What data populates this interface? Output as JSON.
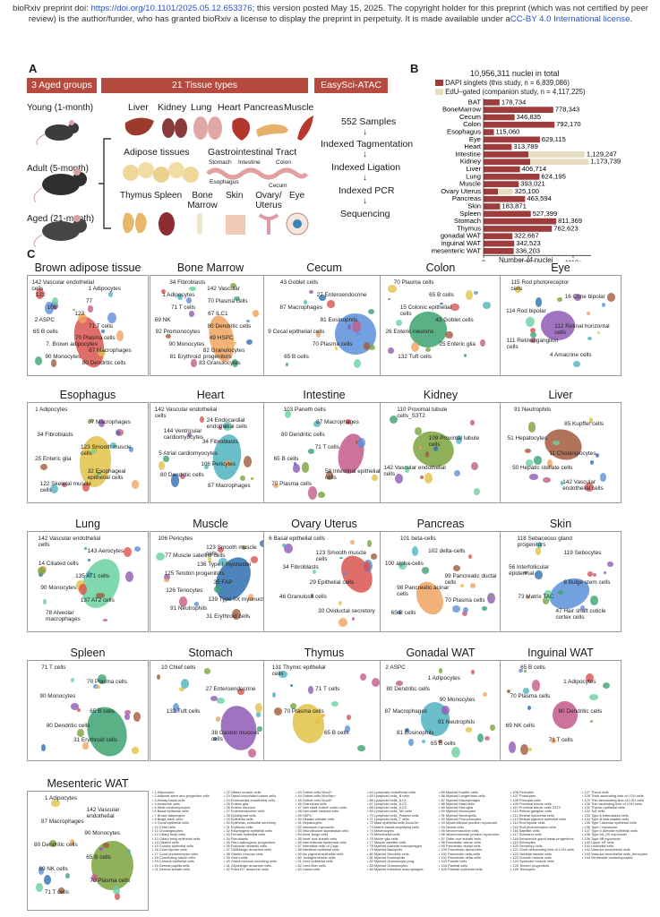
{
  "header": {
    "prefix": "bioRxiv preprint doi: ",
    "doi": "https://doi.org/10.1101/2025.05.12.653376",
    "middle": "; this version posted May 15, 2025. The copyright holder for this preprint (which was not certified by peer review) is the author/funder, who has granted bioRxiv a license to display the preprint in perpetuity. It is made available under a",
    "license": "CC-BY 4.0 International license",
    "suffix": "."
  },
  "panel_a": {
    "letter": "A",
    "groups_banner": "3 Aged groups",
    "tissues_banner": "21 Tissue types",
    "method_banner": "EasySci-ATAC",
    "ages": [
      "Young (1-month)",
      "Adult (5-month)",
      "Aged (21-month)"
    ],
    "tissues_row1": [
      "Liver",
      "Kidney",
      "Lung",
      "Heart",
      "Pancreas",
      "Muscle"
    ],
    "adipose": "Adipose tissues",
    "gi": "Gastrointestinal Tract",
    "gi_parts": [
      "Stomach",
      "Intestine",
      "Colon",
      "Esophagus",
      "Cecum"
    ],
    "tissues_row3": [
      "Thymus",
      "Spleen",
      "Bone Marrow",
      "Skin",
      "Ovary/ Uterus",
      "Eye"
    ],
    "steps": [
      "552 Samples",
      "Indexed Tagmentation",
      "Indexed Ligation",
      "Indexed PCR",
      "Sequencing"
    ]
  },
  "chart_data": {
    "type": "bar",
    "title": "10,956,311 nuclei in total",
    "series": [
      {
        "name": "DAPI singlets (this study, n = 6,839,086)",
        "color": "#9e3b3b"
      },
      {
        "name": "EdU–gated (companion study, n = 4,117,225)",
        "color": "#e8dcc0"
      }
    ],
    "categories": [
      "BAT",
      "BoneMarrow",
      "Cecum",
      "Colon",
      "Esophagus",
      "Eye",
      "Heart",
      "Intestine",
      "Kidney",
      "Liver",
      "Lung",
      "Muscle",
      "Ovary Uterus",
      "Pancreas",
      "Skin",
      "Spleen",
      "Stomach",
      "Thymus",
      "gonadal WAT",
      "inguinal WAT",
      "mesenteric WAT"
    ],
    "values": [
      178734,
      778343,
      346835,
      792170,
      115060,
      629115,
      313789,
      1129247,
      1173739,
      406714,
      624195,
      393021,
      325100,
      463594,
      183871,
      527399,
      811369,
      762623,
      322667,
      342523,
      336203
    ],
    "value_labels": [
      "178,734",
      "778,343",
      "346,835",
      "792,170",
      "115,060",
      "629,115",
      "313,789",
      "1,129,247",
      "1,173,739",
      "406,714",
      "624,195",
      "393,021",
      "325,100",
      "463,594",
      "183,871",
      "527,399",
      "811,369",
      "762,623",
      "322,667",
      "342,523",
      "336,203"
    ],
    "dapi": [
      178734,
      778343,
      346835,
      792170,
      115060,
      629115,
      313789,
      500000,
      520000,
      406714,
      624195,
      393021,
      160000,
      463594,
      183871,
      527399,
      811369,
      762623,
      322667,
      342523,
      336203
    ],
    "xticks": [
      "0",
      "5*10⁵",
      "1*10⁶"
    ],
    "xlabel": "Number of nuclei",
    "xlim": [
      0,
      1200000
    ]
  },
  "panel_b_letter": "B",
  "panel_c_letter": "C",
  "panels": [
    {
      "title": "Brown adipose tissue",
      "labels": [
        "142 Vascular endothelial cells",
        "1 Adipocytes",
        "122",
        "77",
        "106",
        "123",
        "2 ASPC",
        "71 T cells",
        "65 B cells",
        "70 Plasma cells",
        "7. Brown adipocytes",
        "87 Macrophages",
        "90 Monocytes",
        "80 Dendritic cells"
      ]
    },
    {
      "title": "Bone Marrow",
      "labels": [
        "34 Fibroblasts",
        "142 Vascular",
        "1 Adipocytes",
        "70 Plasma cells",
        "71 T cells",
        "67 ILC1",
        "69 NK",
        "80 Dendritic cells",
        "92 Promonocytes",
        "49 HSPC",
        "90 Monocytes",
        "82 Granulocytes progenitors",
        "81 Erythroid",
        "83 Granulocytes"
      ]
    },
    {
      "title": "Cecum",
      "labels": [
        "43 Goblet cells",
        "27 Enteroendocrine",
        "87 Macrophages",
        "81 Eosinophils",
        "9 Cecal epithelial cells",
        "70 Plasma cells",
        "65 B cells"
      ]
    },
    {
      "title": "Colon",
      "labels": [
        "70 Plasma cells",
        "65 B cells",
        "15 Colonic epithelial cells",
        "43 Goblet cells",
        "26 Enteric neurons",
        "25 Enteric glia",
        "132 Tuft cells"
      ]
    },
    {
      "title": "Eye",
      "labels": [
        "115 Rod photoreceptor cells",
        "16 Cone bipolar",
        "114 Rod bipolar",
        "112 Retinal horizontal cells",
        "111 Retinal ganglion cells",
        "4 Amacrine cells"
      ]
    },
    {
      "title": "Esophagus",
      "labels": [
        "1 Adipocytes",
        "87 Macrophages",
        "34 Fibroblasts",
        "123 Smooth muscle cells",
        "25 Enteric glia",
        "32 Esophageal epithelial cells",
        "122 Skeletal muscle cells"
      ]
    },
    {
      "title": "Heart",
      "labels": [
        "142 Vascular endothelial cells",
        "24 Endocardial endothelial cells",
        "144 Ventricular cardiomyocytes",
        "34 Fibroblasts",
        "5 Atrial cardiomyocytes",
        "106 Pericytes",
        "80 Dendritic cells",
        "87 Macrophages"
      ]
    },
    {
      "title": "Intestine",
      "labels": [
        "103 Paneth cells",
        "87 Macrophages",
        "80 Dendritic cells",
        "71 T cells",
        "65 B cells",
        "58 Intestinal epithelial cells",
        "70 Plasma cells"
      ]
    },
    {
      "title": "Kidney",
      "labels": [
        "110 Proximal tubule cells_S3T2",
        "109 Proximal tubule cells",
        "142 Vascular endothelial cells"
      ]
    },
    {
      "title": "Liver",
      "labels": [
        "91 Neutrophils",
        "85 Kupffer cells",
        "51 Hepatocytes",
        "11 Cholangiocytes",
        "50 Hepatic stellate cells",
        "142 Vascular endothelial cells"
      ]
    },
    {
      "title": "Lung",
      "labels": [
        "142 Vascular endothelial cells",
        "143 Aerocytes",
        "14 Ciliated cells",
        "135 AT1 cells",
        "90 Monocytes",
        "137 AT2 cells",
        "78 Alveolar macrophages"
      ]
    },
    {
      "title": "Muscle",
      "labels": [
        "106 Pericytes",
        "123 Smooth muscle cells",
        "77 Muscle satellite cells",
        "136 Type I myonuclei",
        "125 Tendon progenitors",
        "35 FAP",
        "126 Tenocytes",
        "139 Type IIX myonuclei",
        "91 Neutrophils",
        "31 Erythroid cells"
      ]
    },
    {
      "title": "Ovary Uterus",
      "labels": [
        "6 Basal epithelial cells",
        "123 Smooth muscle cells",
        "34 Fibroblasts",
        "29 Epithelial cells",
        "46 Granulosa cells",
        "30 Oviductal secretory"
      ]
    },
    {
      "title": "Pancreas",
      "labels": [
        "101 beta-cells",
        "102 delta-cells",
        "100 alpha-cells",
        "99 Pancreatic ductal cells",
        "98 Pancreatic acinar cells",
        "70 Plasma cells",
        "65 B cells"
      ]
    },
    {
      "title": "Skin",
      "labels": [
        "118 Sebaceous gland progenitors",
        "119 Sebocytes",
        "56 Interfollicular epidermal",
        "8 Bulge stem cells",
        "73 Matrix TAC",
        "47 Hair shaft cuticle cortex cells"
      ]
    },
    {
      "title": "Spleen",
      "labels": [
        "71 T cells",
        "70 Plasma cells",
        "90 Monocytes",
        "65 B cells",
        "80 Dendritic cells",
        "31 Erythroid cells"
      ]
    },
    {
      "title": "Stomach",
      "labels": [
        "10 Chief cells",
        "27 Enteroendocrine",
        "132 Tuft cells",
        "38 Gastric mucous cells"
      ]
    },
    {
      "title": "Thymus",
      "labels": [
        "131 Thymic epithelial cells",
        "71 T cells",
        "70 Plasma cells",
        "65 B cells"
      ]
    },
    {
      "title": "Gonadal WAT",
      "labels": [
        "2 ASPC",
        "1 Adipocytes",
        "80 Dendritic cells",
        "90 Monocytes",
        "87 Macrophages",
        "91 Neutrophils",
        "81 Eosinophils",
        "65 B cells"
      ]
    },
    {
      "title": "Inguinal WAT",
      "labels": [
        "65 B cells",
        "1 Adipocytes",
        "70 Plasma cells",
        "80 Dendritic cells",
        "69 NK cells",
        "71 T cells"
      ]
    },
    {
      "title": "Mesenteric WAT",
      "labels": [
        "1 Adipocytes",
        "142 Vascular endothelial",
        "87 Macrophages",
        "90 Monocytes",
        "80 Dendritic cells",
        "65 B cells",
        "69 NK cells",
        "70 Plasma cells",
        "71 T cells"
      ]
    }
  ],
  "legend": [
    [
      "• 1 Adipocytes",
      "• 2 Adipose stem and progenitor cells",
      "• 3 Airway basal cells",
      "• 4 Amacrine cells",
      "• 5 Atrial cardiomyocytes",
      "• 6 Basal epithelial cells",
      "• 7 Brown adipocytes",
      "• 8 Bulge stem cells",
      "• 9 Cecal epithelial cells",
      "• 10 Chief cells",
      "• 11 Cholangiocytes",
      "• 12 Ciliary body cells",
      "• 13 Ciliary body epithelial cells",
      "• 14 Ciliated cells",
      "• 15 Colonic epithelial cells",
      "• 16 Cone bipolar cells",
      "• 17 Cone photoreceptor cells",
      "• 18 Connecting tubule cells",
      "• 19 Corneal epithelial cells",
      "• 20 Dermal papilla cells",
      "• 21 Dermal sheath cells"
    ],
    [
      "• 22 Dilator muscle cells",
      "• 23 Distal convoluted tubule cells",
      "• 24 Endocardial endothelial cells",
      "• 25 Enteric glia",
      "• 26 Enteric neurons",
      "• 27 Enteroendocrine cells",
      "• 28 Epididymal cells",
      "• 29 Epithelial cells",
      "• 30 Epithelial, oviductal secretory",
      "• 31 Erythroid cells",
      "• 32 Esophageal epithelial cells",
      "• 33 Female epithelial cells",
      "• 34 Fibroblasts",
      "• 35 Fibro-adipogenic progenitors",
      "• 36 Follicular dendritic cells",
      "• 37 GABAergic amacrine cells",
      "• 38 Gastric mucous cells",
      "• 39 Germ cells",
      "• 40 Gland mucous secreting cells",
      "• 41 Glycinergic amacrine cells",
      "• 42 Prdm13+ amacrine cells"
    ],
    [
      "• 43 Goblet cells Muc2+",
      "• 44 Goblet cells Muc5ac+",
      "• 45 Goblet cells Muc6+",
      "• 46 Granulosa cells",
      "• 47 Hair shaft cuticle cortex cells",
      "• 48 Hair shaft medulla cells",
      "• 49 HSPC",
      "• 50 Hepatic stellate cells",
      "• 51 Hepatocytes",
      "• 52 Immature myonuclei",
      "• 53 Infundibulum suprabasal cells",
      "• 54 Inner bulge cells",
      "• 55 Inner root sheath cells",
      "• 56 Interfollicular epidermal cells",
      "• 57 Interstitial cells of Cajal",
      "• 58 Intestinal epithelial cells",
      "• 59 Iris pigment epithelial cells",
      "• 60 Juxtaglomerular cells",
      "• 61 Lens epithelial cells",
      "• 62 Lens fiber cells",
      "• 63 Luteal cells"
    ],
    [
      "• 64 Lymphatic endothelial cells",
      "• 65 Lymphoid cells_B cells",
      "• 66 Lymphoid cells_ILC1",
      "• 67 Lymphoid cells_ILC2",
      "• 68 Lymphoid cells_ILC3",
      "• 69 Lymphoid cells_NK cells",
      "• 70 Lymphoid cells_Plasma cells",
      "• 71 Lymphoid cells_T cells",
      "• 72 Mast epithelial cells Dcdc2a+",
      "• 73 Matrix transit-amplifying cells",
      "• 74 Melanocytes",
      "• 75 Mesothelial cells",
      "• 76 Muller glia cells",
      "• 77 Muscle satellite cells",
      "• 78 Myeloid Alveolar macrophages",
      "• 79 Myeloid Basophils",
      "• 80 Myeloid Dendritic cells",
      "• 81 Myeloid Eosinophils",
      "• 82 Myeloid Granulocyte prog.",
      "• 83 Myeloid Granulocytes",
      "• 84 Myeloid Intestinal macrophages"
    ],
    [
      "• 85 Myeloid Kupffer cells",
      "• 86 Myeloid Langerhans cells",
      "• 87 Myeloid Macrophages",
      "• 88 Myeloid Mast cells",
      "• 89 Myeloid Microglia",
      "• 90 Myeloid Monocytes",
      "• 91 Myeloid Neutrophils",
      "• 92 Myeloid Promonocytes",
      "• 93 Myotendinous junction myonuclei",
      "• 94 Neural cells",
      "• 95 Neuroendocrine cells",
      "• 96 Neuromuscular junction myonuclei",
      "• 97 Outer root sheath cells",
      "• 98 Pancreatic acinar cells",
      "• 99 Pancreatic ductal cells",
      "• 100 Pancreatic alpha-cells",
      "• 101 Pancreatic beta-cells",
      "• 102 Pancreatic delta-cells",
      "• 103 Paneth cells",
      "• 104 Parietal cells",
      "• 105 Parietal epithelial cells"
    ],
    [
      "• 106 Pericytes",
      "• 107 Podocytes",
      "• 108 Principal cells",
      "• 109 Proximal tubule cells",
      "• 110 Proximal tubule cells S3T2",
      "• 111 Retinal ganglion cells",
      "• 112 Retinal horizontal cells",
      "• 113 Retinal pigment epithelial cells",
      "• 114 Rod bipolar cells",
      "• 115 Rod photoreceptor cells",
      "• 116 Satellite cells",
      "• 117 Schwann cells",
      "• 118 Sebaceous gland basal progenitors",
      "• 119 Sebocytes",
      "• 120 Secretory cells",
      "• 121 Short descending limb of LOH cells",
      "• 122 Skeletal muscle cells",
      "• 123 Smooth muscle cells",
      "• 124 Sphincter muscle cells",
      "• 125 Tendon progenitors",
      "• 126 Tenocytes"
    ],
    [
      "• 127 Theca cells",
      "• 128 Thick ascending limb of LOH cells",
      "• 129 Thin descending limb of LOH cells",
      "• 130 Thin ascending limb of LOH cells",
      "• 131 Thymic epithelial cells",
      "• 132 Tuft cells",
      "• 133 Type A intercalated cells",
      "• 134 Type B intercalated cells",
      "• 135 Type I alveolar epithelial cells",
      "• 136 Type I myonuclei",
      "• 137 Type II alveolar epithelial cells",
      "• 138 Type IIA_IIX myonuclei",
      "• 139 Type IIB myonuclei",
      "• 140 Upper HF cells",
      "• 141 Urothelial cells",
      "• 142 Vascular endothelial cells",
      "• 143 Vascular endothelial cells_Aerocytes",
      "• 144 Ventricular cardiomyocytes"
    ]
  ]
}
